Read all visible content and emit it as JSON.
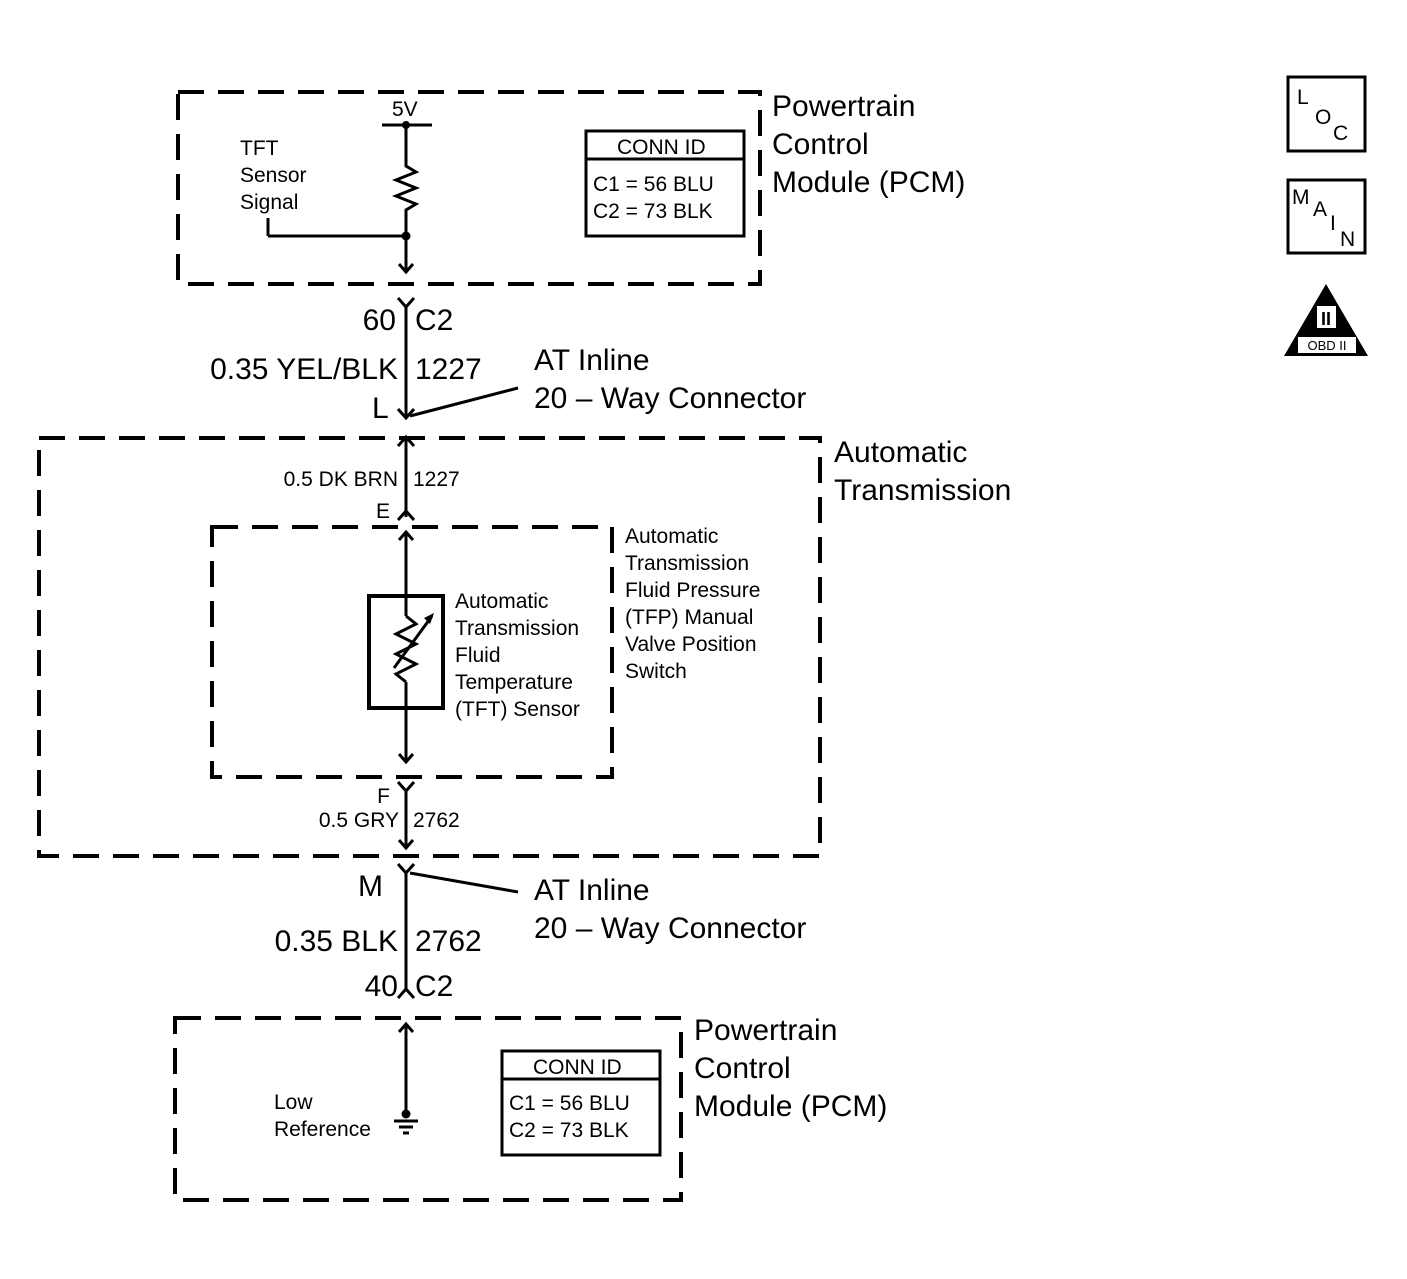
{
  "pcm_top": {
    "title": [
      "Powertrain",
      "Control",
      "Module (PCM)"
    ],
    "voltage": "5V",
    "signal_label": [
      "TFT",
      "Sensor",
      "Signal"
    ],
    "conn_id": {
      "header": "CONN ID",
      "rows": [
        "C1 = 56 BLU",
        "C2 = 73 BLK"
      ]
    }
  },
  "wire_upper": {
    "pin": "60",
    "connector": "C2",
    "gauge_color": "0.35 YEL/BLK",
    "circuit": "1227"
  },
  "inline_top": {
    "pin": "L",
    "label": [
      "AT Inline",
      "20 – Way Connector"
    ]
  },
  "transmission": {
    "title": [
      "Automatic",
      "Transmission"
    ],
    "wire_top": {
      "gauge_color": "0.5 DK BRN",
      "circuit": "1227",
      "pin": "E"
    },
    "switch_label": [
      "Automatic",
      "Transmission",
      "Fluid Pressure",
      "(TFP) Manual",
      "Valve Position",
      "Switch"
    ],
    "sensor_label": [
      "Automatic",
      "Transmission",
      "Fluid",
      "Temperature",
      "(TFT) Sensor"
    ],
    "wire_bottom": {
      "pin": "F",
      "gauge_color": "0.5 GRY",
      "circuit": "2762"
    }
  },
  "inline_bottom": {
    "pin": "M",
    "label": [
      "AT Inline",
      "20 – Way Connector"
    ]
  },
  "wire_lower": {
    "gauge_color": "0.35 BLK",
    "circuit": "2762",
    "pin": "40",
    "connector": "C2"
  },
  "pcm_bottom": {
    "title": [
      "Powertrain",
      "Control",
      "Module (PCM)"
    ],
    "ref_label": [
      "Low",
      "Reference"
    ],
    "conn_id": {
      "header": "CONN ID",
      "rows": [
        "C1 = 56 BLU",
        "C2 = 73 BLK"
      ]
    }
  },
  "icons": {
    "loc": [
      "L",
      "O",
      "C"
    ],
    "main": [
      "M",
      "A",
      "I",
      "N"
    ],
    "obd": {
      "numeral": "II",
      "label": "OBD II"
    }
  }
}
